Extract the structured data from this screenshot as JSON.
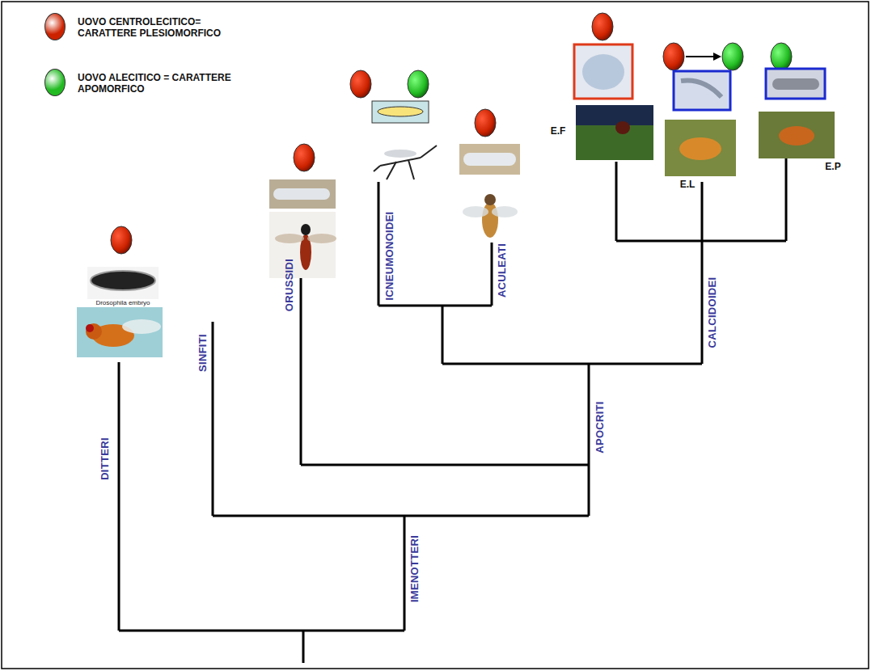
{
  "diagram": {
    "labels": [
      "Drosophila embryo",
      "DITTERI",
      "SINFITI",
      "ORUSSIDI",
      "ICNEUMONOIDEI",
      "ACULEATI",
      "APOCRITI",
      "CALCIDOIDEI",
      "IMENOTTERI",
      "E.F",
      "E.L",
      "E.P"
    ],
    "legend": [
      {
        "text": "UOVO CENTROLECITICO= CARATTERE PLESIOMORFICO",
        "color": "#cc2200"
      },
      {
        "text": "UOVO ALECITICO = CARATTERE APOMORFICO",
        "color": "#22bb22"
      }
    ]
  }
}
